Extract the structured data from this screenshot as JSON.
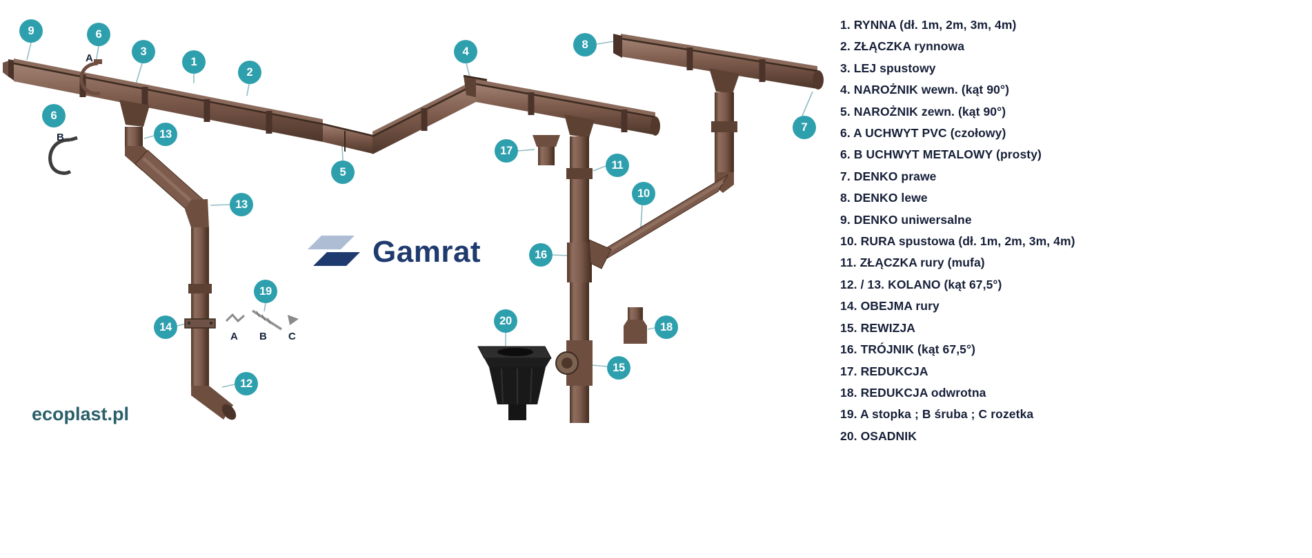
{
  "branding": {
    "logo": "Gamrat",
    "website": "ecoplast.pl"
  },
  "colors": {
    "callout_teal": "#2E9FAD",
    "legend_navy": "#161F38",
    "logo_navy": "#1E3A6E",
    "logo_light": "#AEBDD4",
    "website_teal": "#2B6069",
    "gutter_brown": "#7D5B4C"
  },
  "callouts": [
    "9",
    "6",
    "3",
    "1",
    "2",
    "4",
    "8",
    "7",
    "6",
    "13",
    "13",
    "5",
    "17",
    "11",
    "10",
    "16",
    "19",
    "14",
    "12",
    "20",
    "15",
    "18"
  ],
  "letters": {
    "hook_a": "A",
    "hook_b": "B",
    "foot_a": "A",
    "screw_b": "B",
    "rosette_c": "C"
  },
  "legend": {
    "items": [
      "1. RYNNA (dł. 1m, 2m, 3m, 4m)",
      "2. ZŁĄCZKA rynnowa",
      "3. LEJ spustowy",
      "4. NAROŻNIK wewn. (kąt 90°)",
      "5. NAROŻNIK zewn. (kąt 90°)",
      "6. A UCHWYT PVC (czołowy)",
      "6. B UCHWYT METALOWY (prosty)",
      "7. DENKO prawe",
      "8. DENKO lewe",
      "9. DENKO uniwersalne",
      "10. RURA spustowa (dł. 1m, 2m, 3m, 4m)",
      "11. ZŁĄCZKA rury (mufa)",
      "12. / 13. KOLANO (kąt 67,5°)",
      "14. OBEJMA rury",
      "15. REWIZJA",
      "16. TRÓJNIK (kąt 67,5°)",
      "17. REDUKCJA",
      "18. REDUKCJA odwrotna",
      "19. A stopka ; B śruba ; C rozetka",
      "20. OSADNIK"
    ]
  }
}
